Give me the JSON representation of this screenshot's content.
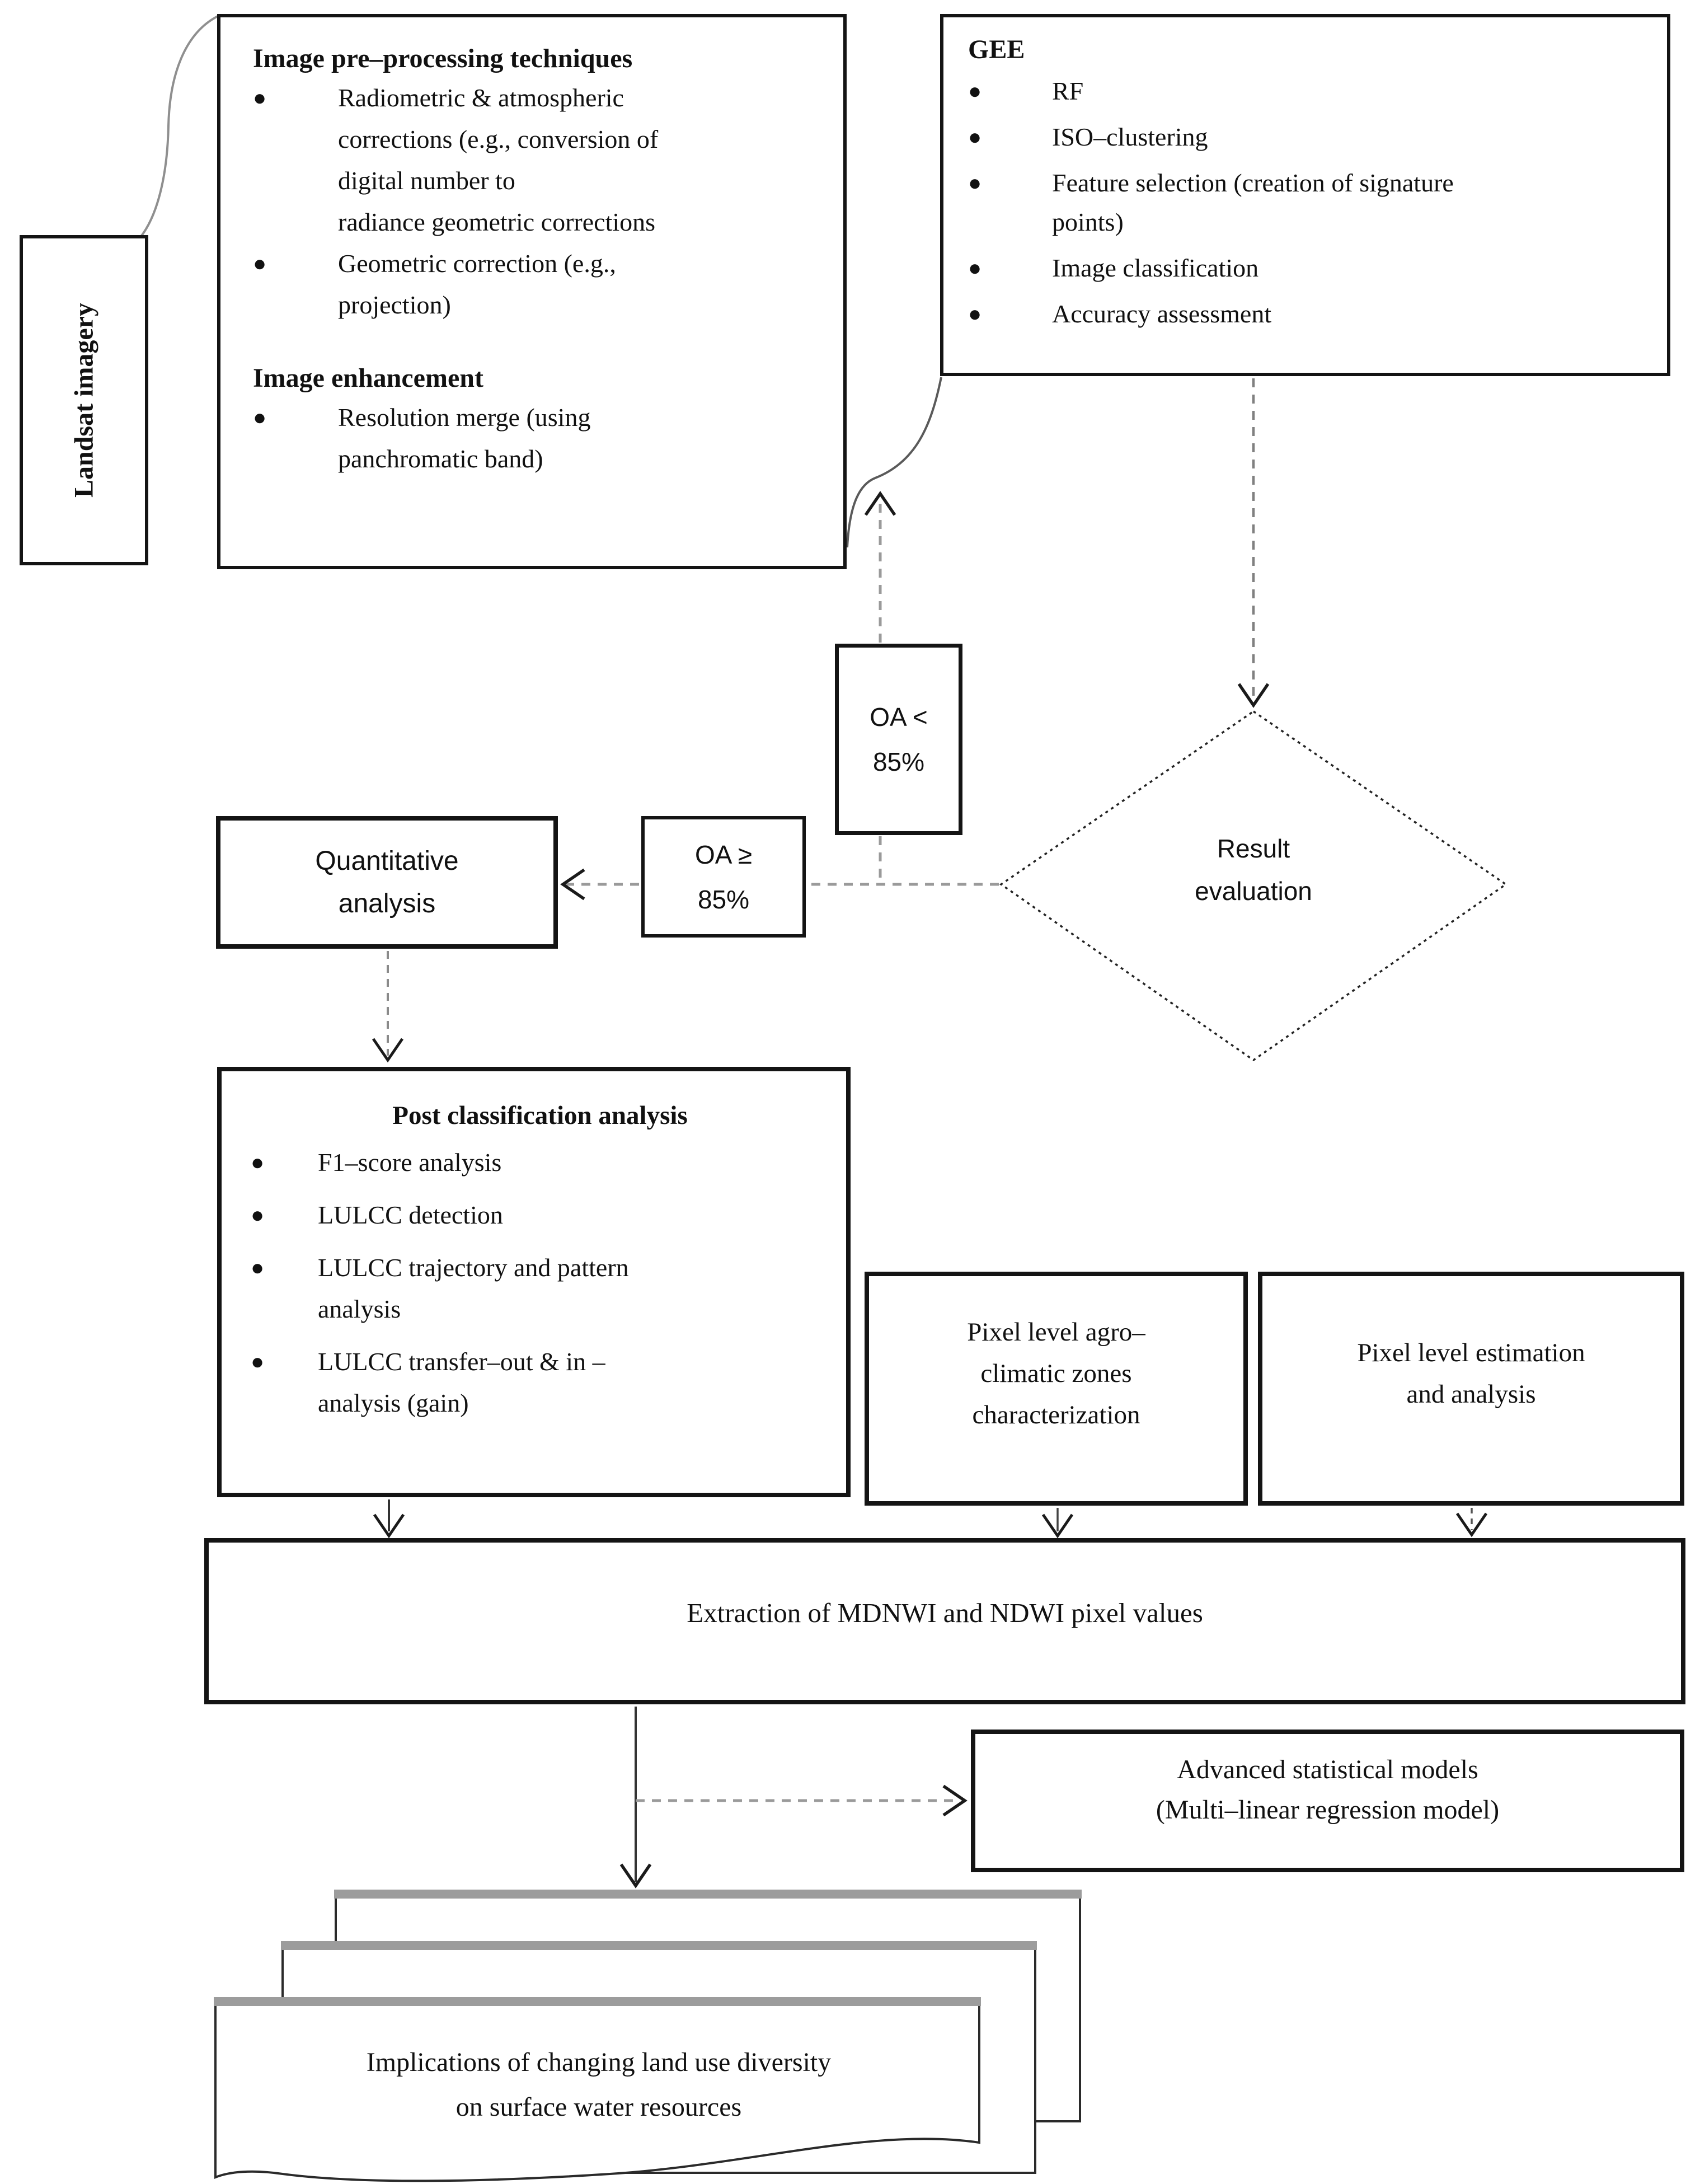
{
  "landsat_box": {
    "label": "Landsat imagery"
  },
  "preprocessing_box": {
    "title": "Image pre–processing techniques",
    "bullets": [
      "Radiometric & atmospheric\ncorrections (e.g., conversion of\ndigital number to\nradiance geometric corrections",
      "Geometric correction (e.g.,\nprojection)"
    ],
    "enhancement_title": "Image enhancement",
    "enhancement_bullets": [
      "Resolution merge (using\npanchromatic band)"
    ]
  },
  "gee_box": {
    "title": "GEE",
    "bullets": [
      "RF",
      "ISO–clustering",
      "Feature selection (creation of signature\npoints)",
      "Image classification",
      "Accuracy assessment"
    ]
  },
  "feedback_labels": {
    "oa_less": "OA <\n85%",
    "oa_greater_equal": "OA ≥\n85%"
  },
  "quantitative_box": {
    "label": "Quantitative\nanalysis"
  },
  "result_diamond": {
    "label": "Result\nevaluation"
  },
  "post_classification_box": {
    "title": "Post classification analysis",
    "bullets": [
      "F1–score analysis",
      "LULCC detection",
      "LULCC trajectory and pattern\nanalysis",
      "LULCC transfer–out & in –\nanalysis (gain)"
    ]
  },
  "agro_box": {
    "label": "Pixel level agro–\nclimatic zones\ncharacterization"
  },
  "estimation_box": {
    "label": "Pixel level estimation\nand analysis"
  },
  "extraction_box": {
    "label": "Extraction of MDNWI and NDWI pixel values"
  },
  "advanced_models_box": {
    "label": "Advanced statistical models\n(Multi–linear regression model)"
  },
  "implications_box": {
    "label": "Implications of changing land use diversity\non surface water resources"
  },
  "colors": {
    "line": "#141414",
    "dashed": "#9a9a9a",
    "page_top_edge": "#9c9c9c"
  }
}
